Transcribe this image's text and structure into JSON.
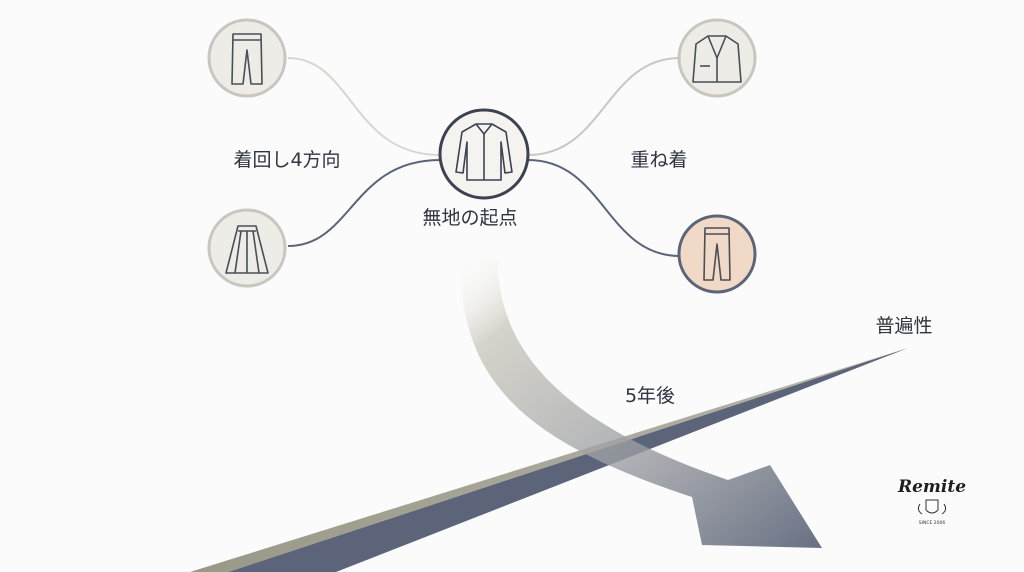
{
  "nodes": {
    "center": {
      "label": "無地の起点",
      "icon": "shirt-icon"
    },
    "top_left": {
      "icon": "pants-icon"
    },
    "bottom_left": {
      "icon": "skirt-icon"
    },
    "top_right": {
      "icon": "jacket-icon"
    },
    "bottom_right": {
      "icon": "slacks-icon"
    }
  },
  "labels": {
    "left": "着回し4方向",
    "right": "重ね着",
    "universality": "普遍性",
    "five_years": "5年後"
  },
  "logo": {
    "name": "Remite",
    "tagline": "SINCE 2006"
  },
  "colors": {
    "background": "#fbfbfb",
    "navy": "#5b6478",
    "khaki": "#b9b6a6",
    "peach": "#f0d9c6",
    "node_fill": "#edece6",
    "node_ring": "#c9c6bf",
    "center_ring": "#3d4250"
  }
}
